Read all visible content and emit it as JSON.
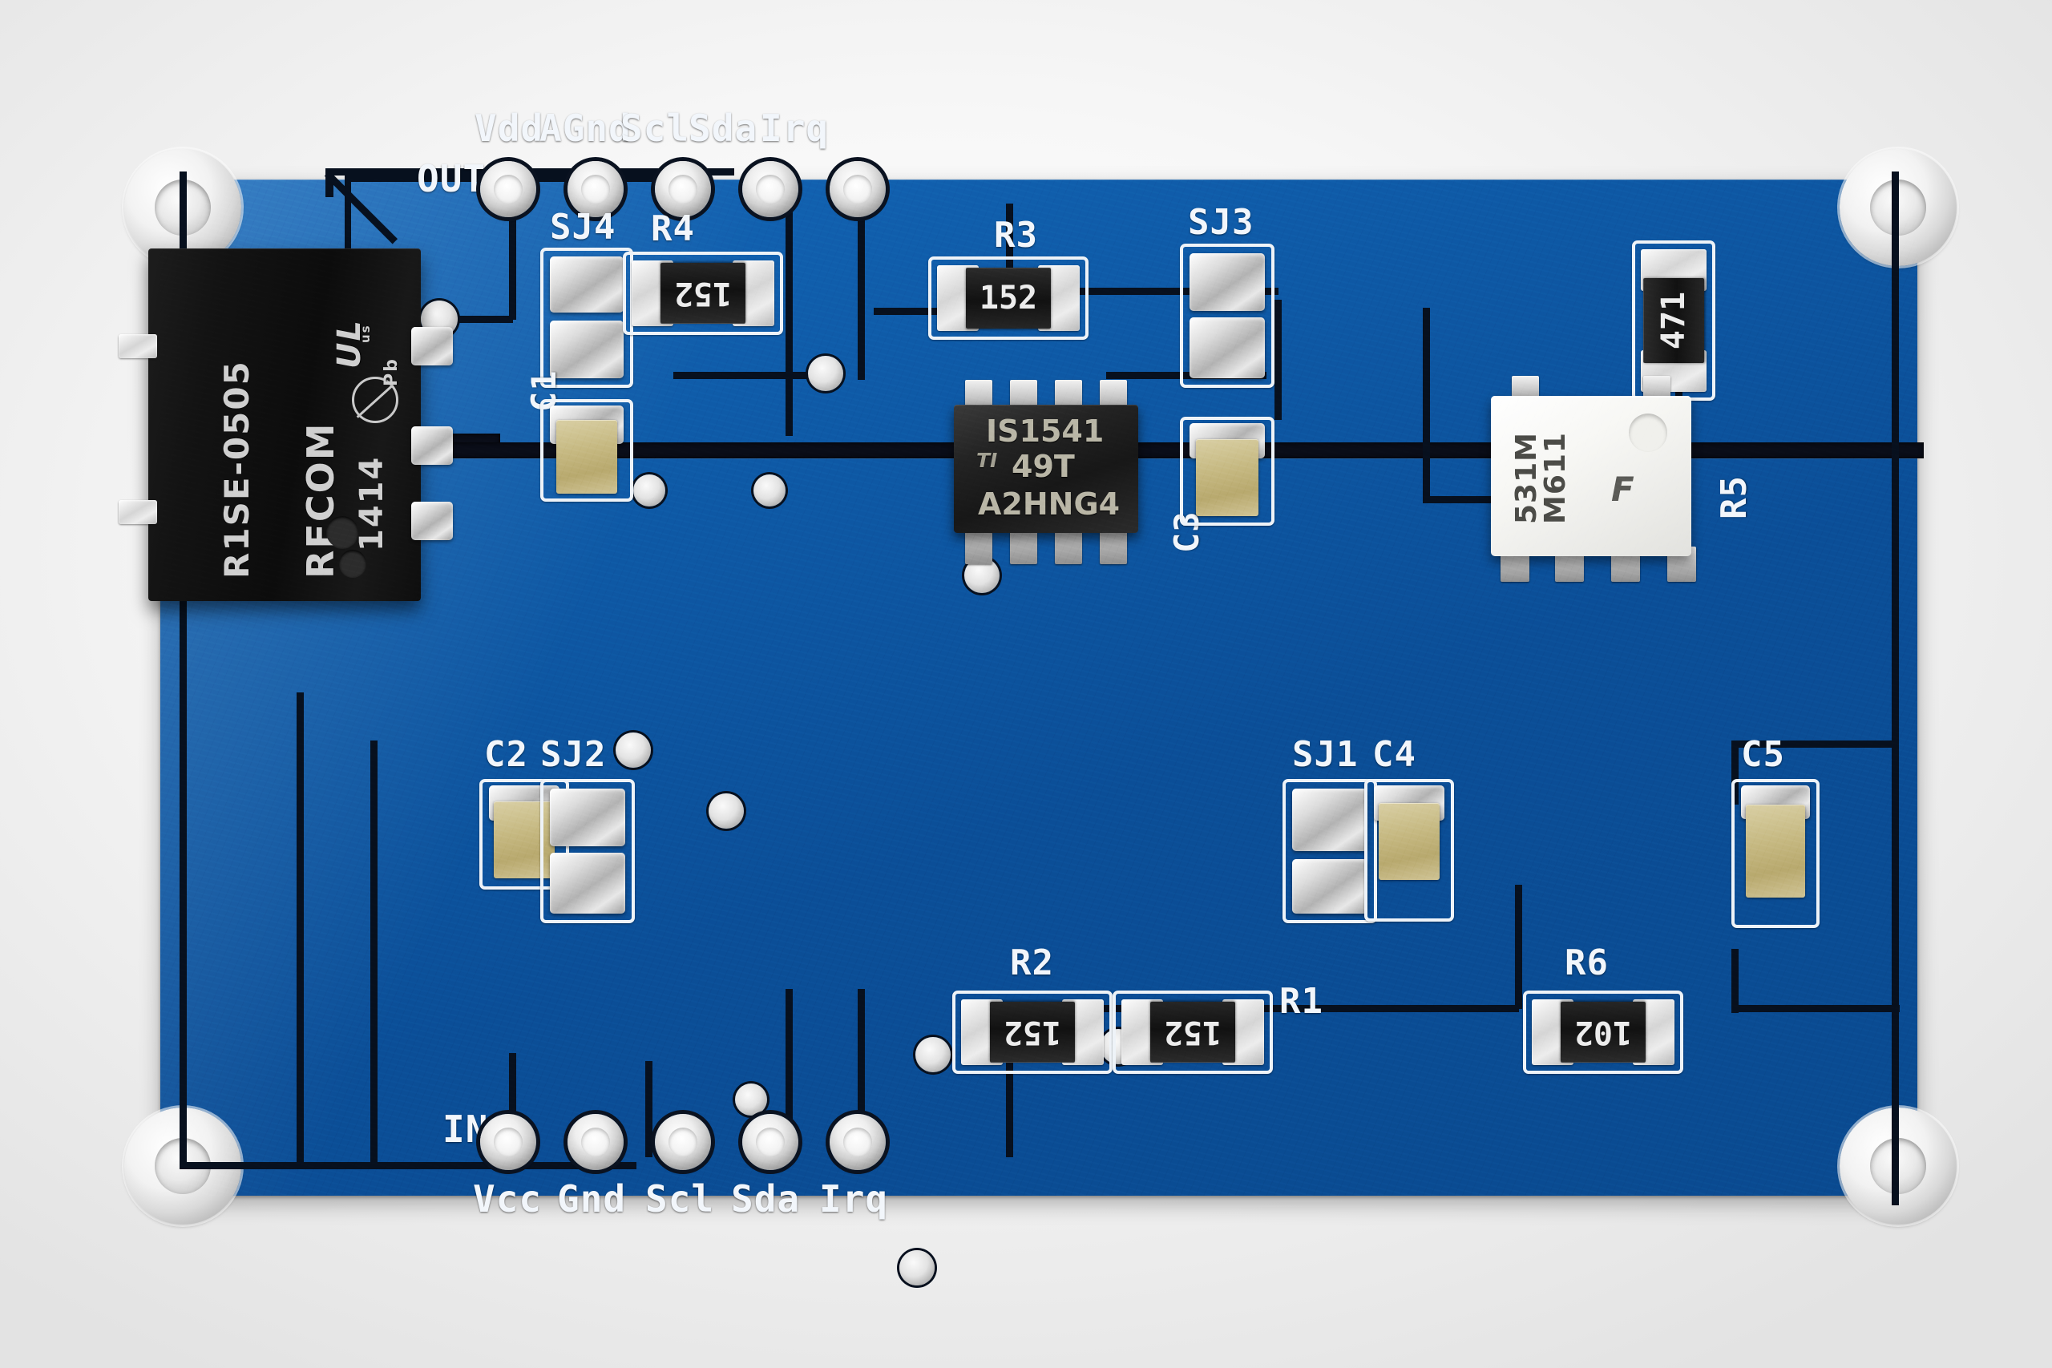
{
  "scene": {
    "subject": "printed-circuit-board",
    "description": "Blue PCB digital isolator breakout board photographed on white background",
    "board_color": "#0f5ba8",
    "silkscreen_color": "#f2f6fb",
    "background_color": "#f2f2f2"
  },
  "headers": {
    "output": {
      "group_label": "OUT",
      "pins": [
        "Vdd",
        "AGnd",
        "Scl",
        "Sda",
        "Irq"
      ]
    },
    "input": {
      "group_label": "IN",
      "pins": [
        "Vcc",
        "Gnd",
        "Scl",
        "Sda",
        "Irq"
      ]
    }
  },
  "modules": {
    "dcdc": {
      "ref": "R1SE-0505",
      "brand": "RECOM",
      "cert_mark": "UL",
      "cert_sub": "us",
      "date_code": "1414",
      "rohs_mark": "Pb"
    },
    "ic": {
      "line1": "IS1541",
      "line2": "49T",
      "line3": "A2HNG4",
      "vendor_mark": "TI"
    },
    "optocoupler": {
      "line1": "M611",
      "line2": "531M",
      "vendor_mark": "F"
    }
  },
  "components": [
    {
      "ref": "R1",
      "type": "resistor",
      "code": "152"
    },
    {
      "ref": "R2",
      "type": "resistor",
      "code": "152"
    },
    {
      "ref": "R3",
      "type": "resistor",
      "code": "152"
    },
    {
      "ref": "R4",
      "type": "resistor",
      "code": "152"
    },
    {
      "ref": "R5",
      "type": "resistor",
      "code": "471"
    },
    {
      "ref": "R6",
      "type": "resistor",
      "code": "102"
    },
    {
      "ref": "C1",
      "type": "capacitor",
      "code": ""
    },
    {
      "ref": "C2",
      "type": "capacitor",
      "code": ""
    },
    {
      "ref": "C3",
      "type": "capacitor",
      "code": ""
    },
    {
      "ref": "C4",
      "type": "capacitor",
      "code": ""
    },
    {
      "ref": "C5",
      "type": "capacitor",
      "code": ""
    },
    {
      "ref": "SJ1",
      "type": "solder-jumper",
      "code": ""
    },
    {
      "ref": "SJ2",
      "type": "solder-jumper",
      "code": ""
    },
    {
      "ref": "SJ3",
      "type": "solder-jumper",
      "code": ""
    },
    {
      "ref": "SJ4",
      "type": "solder-jumper",
      "code": ""
    }
  ],
  "designators": {
    "R1": "R1",
    "R2": "R2",
    "R3": "R3",
    "R4": "R4",
    "R5": "R5",
    "R6": "R6",
    "C1": "C1",
    "C2": "C2",
    "C3": "C3",
    "C4": "C4",
    "C5": "C5",
    "SJ1": "SJ1",
    "SJ2": "SJ2",
    "SJ3": "SJ3",
    "SJ4": "SJ4"
  },
  "values": {
    "R1": "152",
    "R2": "152",
    "R3": "152",
    "R4": "152",
    "R5": "471",
    "R6": "102"
  }
}
